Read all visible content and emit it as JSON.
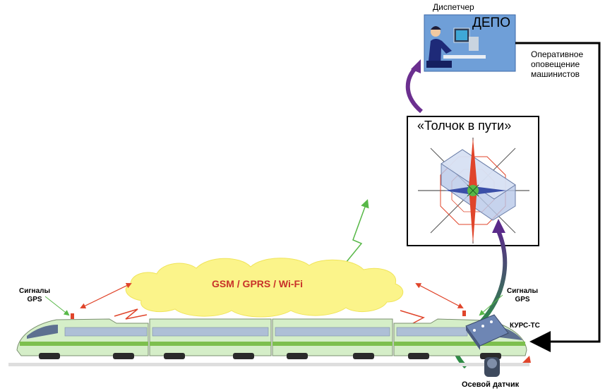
{
  "dispatcher": {
    "label": "Диспетчер",
    "depot": "ДЕПО"
  },
  "notice": {
    "line1": "Оперативное",
    "line2": "оповещение",
    "line3": "машинистов"
  },
  "shock": {
    "title": "«Толчок в пути»"
  },
  "network": {
    "label": "GSM / GPRS / Wi-Fi"
  },
  "gps_left": {
    "line1": "Сигналы",
    "line2": "GPS"
  },
  "gps_right": {
    "line1": "Сигналы",
    "line2": "GPS"
  },
  "device": {
    "label": "КУРС-ТС"
  },
  "sensor": {
    "label": "Осевой датчик"
  },
  "colors": {
    "depot_panel": "#6f9fd8",
    "cloud": "#fbf48a",
    "network_text": "#c8322a",
    "train_body": "#d5eec8",
    "train_stripe": "#7dbf4e",
    "arrow_purple": "#7a2f8f",
    "arrow_green": "#2e8b45",
    "signal_red": "#e0452b",
    "signal_green": "#58b848"
  }
}
